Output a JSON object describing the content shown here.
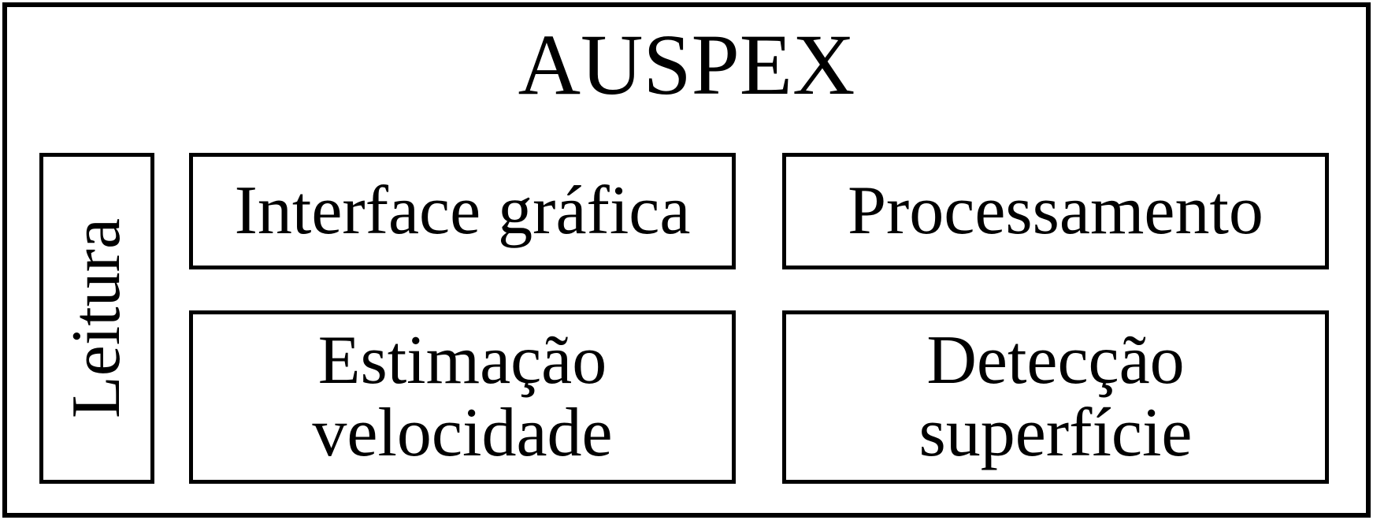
{
  "diagram": {
    "title": "AUSPEX",
    "modules": {
      "leitura": "Leitura",
      "interface_grafica": "Interface gráfica",
      "processamento": "Processamento",
      "estimacao_velocidade": "Estimação\nvelocidade",
      "deteccao_superficie": "Detecção\nsuperfície"
    }
  },
  "colors": {
    "line": "#000000",
    "background": "#ffffff"
  }
}
